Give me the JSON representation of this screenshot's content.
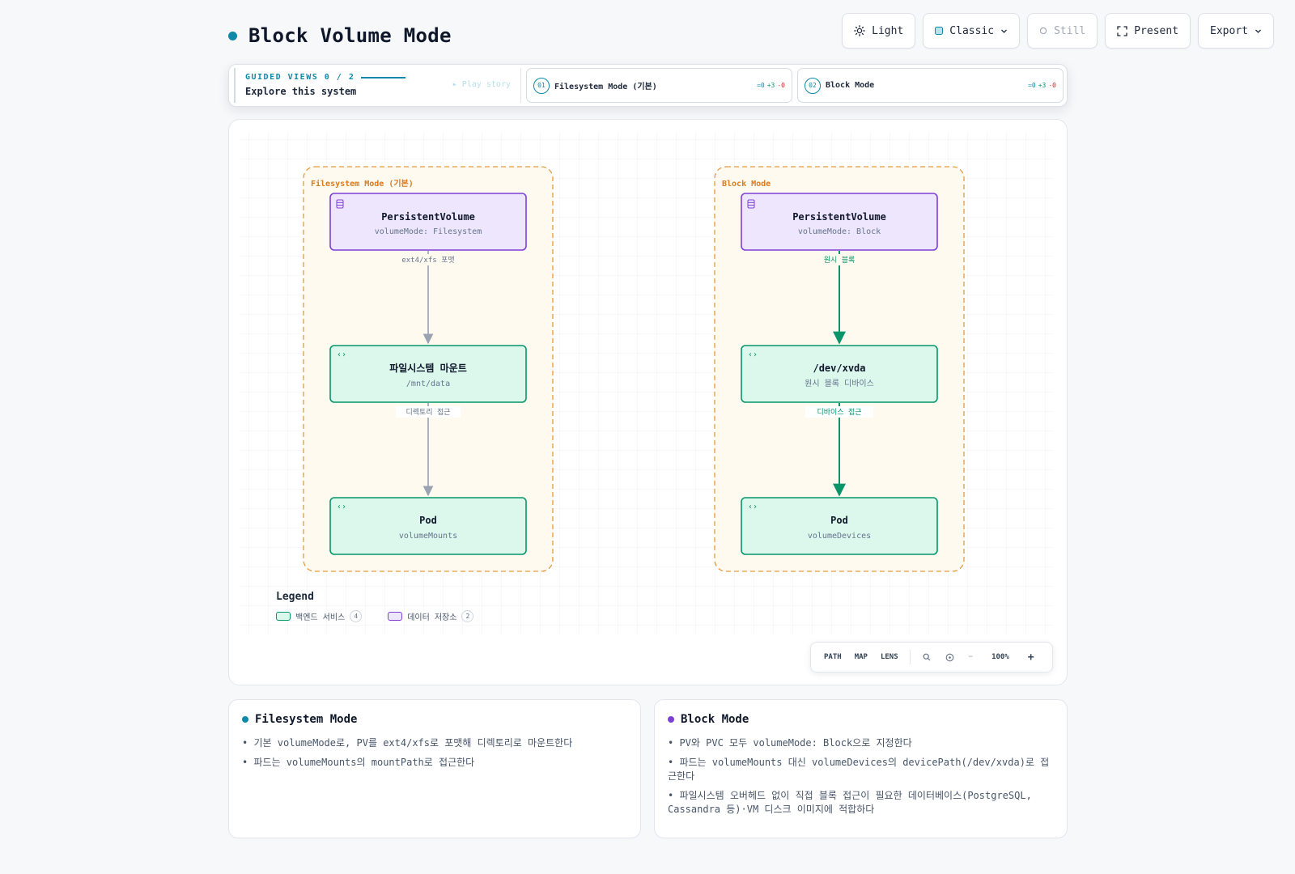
{
  "header": {
    "title": "Block Volume Mode",
    "accent": "#0e8aa8"
  },
  "toolbar": {
    "light": "Light",
    "classic": "Classic",
    "still": "Still",
    "present": "Present",
    "export": "Export"
  },
  "guided": {
    "label": "GUIDED VIEWS 0 / 2",
    "subtitle": "Explore this system",
    "play": "▸ Play story",
    "views": [
      {
        "num": "01",
        "label": "Filesystem Mode (기본)",
        "eq": "=0",
        "plus": "+3",
        "minus": "-0"
      },
      {
        "num": "02",
        "label": "Block Mode",
        "eq": "=0",
        "plus": "+3",
        "minus": "-0"
      }
    ]
  },
  "diagram": {
    "groups": [
      {
        "id": "fs",
        "label": "Filesystem Mode (기본)"
      },
      {
        "id": "blk",
        "label": "Block Mode"
      }
    ],
    "nodes": {
      "fs_pv": {
        "title": "PersistentVolume",
        "sub": "volumeMode: Filesystem",
        "kind": "datastore"
      },
      "fs_mount": {
        "title": "파일시스템 마운트",
        "sub": "/mnt/data",
        "kind": "service"
      },
      "fs_pod": {
        "title": "Pod",
        "sub": "volumeMounts",
        "kind": "service"
      },
      "blk_pv": {
        "title": "PersistentVolume",
        "sub": "volumeMode: Block",
        "kind": "datastore"
      },
      "blk_dev": {
        "title": "/dev/xvda",
        "sub": "원시 블록 디바이스",
        "kind": "service"
      },
      "blk_pod": {
        "title": "Pod",
        "sub": "volumeDevices",
        "kind": "service"
      }
    },
    "edges": [
      {
        "from": "fs_pv",
        "to": "fs_mount",
        "label": "ext4/xfs 포맷",
        "style": "muted"
      },
      {
        "from": "fs_mount",
        "to": "fs_pod",
        "label": "디렉토리 접근",
        "style": "muted"
      },
      {
        "from": "blk_pv",
        "to": "blk_dev",
        "label": "원시 블록",
        "style": "active"
      },
      {
        "from": "blk_dev",
        "to": "blk_pod",
        "label": "디바이스 접근",
        "style": "active"
      }
    ],
    "colors": {
      "service_fill": "#dcf7ec",
      "service_stroke": "#059669",
      "datastore_fill": "#ede6fd",
      "datastore_stroke": "#7e3fd6",
      "group_fill": "#fffaf0",
      "group_stroke": "#e59a3c",
      "edge_muted": "#9aa3b2",
      "edge_active": "#0a946a"
    }
  },
  "legend": {
    "title": "Legend",
    "items": [
      {
        "label": "백엔드 서비스",
        "count": "4"
      },
      {
        "label": "데이터 저장소",
        "count": "2"
      }
    ]
  },
  "zoombar": {
    "path": "PATH",
    "map": "MAP",
    "lens": "LENS",
    "zoom": "100%",
    "minus": "−",
    "plus": "+"
  },
  "cards": [
    {
      "title": "Filesystem Mode",
      "dot": "#0e8aa8",
      "bullets": [
        "• 기본 volumeMode로, PV를 ext4/xfs로 포맷해 디렉토리로 마운트한다",
        "• 파드는 volumeMounts의 mountPath로 접근한다"
      ]
    },
    {
      "title": "Block Mode",
      "dot": "#7e3fd6",
      "bullets": [
        "• PV와 PVC 모두 volumeMode: Block으로 지정한다",
        "• 파드는 volumeMounts 대신 volumeDevices의 devicePath(/dev/xvda)로 접근한다",
        "• 파일시스템 오버헤드 없이 직접 블록 접근이 필요한 데이터베이스(PostgreSQL, Cassandra 등)·VM 디스크 이미지에 적합하다"
      ]
    }
  ]
}
